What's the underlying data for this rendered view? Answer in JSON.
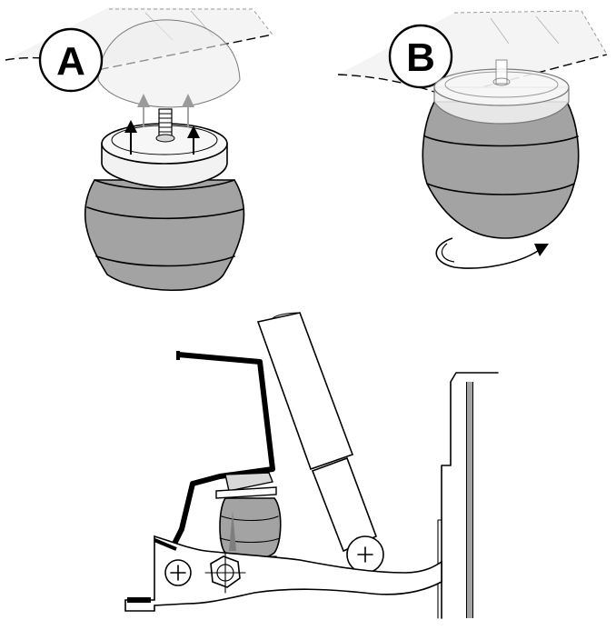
{
  "steps": [
    {
      "id": "A",
      "label": "A"
    },
    {
      "id": "B",
      "label": "B"
    }
  ],
  "colors": {
    "bellows_fill": "#a3a3a3",
    "bellows_dark": "#7e7e7e",
    "plate_fill": "#f2f2f2",
    "ghost_fill": "#ececec",
    "line": "#000000",
    "ghost_arrow": "#9a9a9a"
  },
  "icons": {
    "up_arrow": "arrow-up-icon",
    "ghost_up_arrow": "arrow-up-faint-icon",
    "rotation_arrow": "rotate-arrow-icon",
    "bolt": "threaded-stud-icon",
    "pivot": "pivot-bolt-icon",
    "hex_nut": "hex-nut-icon"
  }
}
